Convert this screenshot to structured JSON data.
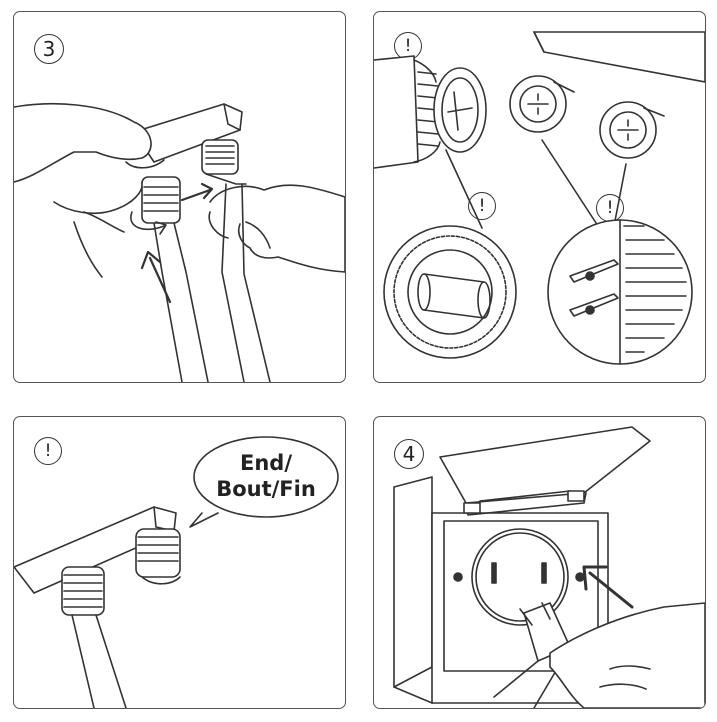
{
  "panels": [
    {
      "step_marker": "3"
    },
    {
      "warning_markers": [
        "!",
        "!",
        "!"
      ]
    },
    {
      "warning_marker": "!",
      "callout_line1": "End/",
      "callout_line2": "Bout/Fin"
    },
    {
      "step_marker": "4"
    }
  ],
  "colors": {
    "line": "#333333",
    "panel_border": "#555555",
    "background": "#ffffff"
  }
}
